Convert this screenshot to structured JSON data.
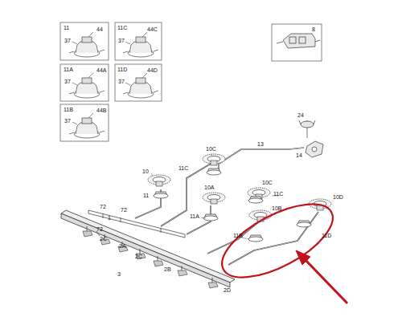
{
  "diagram": {
    "labels": [
      "11",
      "44",
      "37",
      "11C",
      "44C",
      "37",
      "11A",
      "44A",
      "37",
      "11D",
      "44D",
      "37",
      "11B",
      "44B",
      "37",
      "8",
      "24",
      "14",
      "13",
      "10C",
      "11C",
      "10",
      "10A",
      "11",
      "10C",
      "11C",
      "10D",
      "11A",
      "10B",
      "11B",
      "11D",
      "72",
      "72",
      "1",
      "72",
      "2C",
      "2A",
      "2C",
      "2B",
      "3",
      "2D"
    ]
  }
}
